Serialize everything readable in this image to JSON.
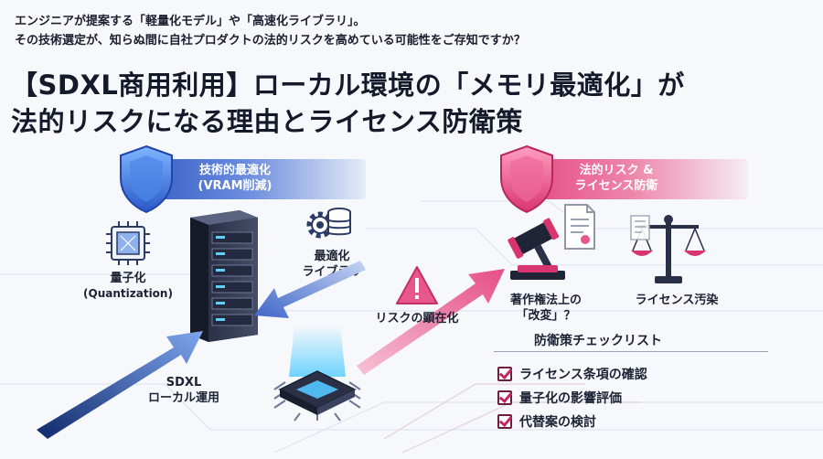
{
  "header": {
    "lead_line1": "エンジニアが提案する「軽量化モデル」や「高速化ライブラリ」。",
    "lead_line2": "その技術選定が、知らぬ間に自社プロダクトの法的リスクを高めている可能性をご存知ですか？",
    "title_line1": "【SDXL商用利用】ローカル環境の「メモリ最適化」が",
    "title_line2": "法的リスクになる理由とライセンス防衛策"
  },
  "left": {
    "banner_line1": "技術的最適化",
    "banner_line2": "(VRAM削減)",
    "quant_line1": "量子化",
    "quant_line2": "(Quantization)",
    "lib_line1": "最適化",
    "lib_line2": "ライブラリ",
    "local_line1": "SDXL",
    "local_line2": "ローカル運用"
  },
  "center": {
    "risk_label": "リスクの顕在化"
  },
  "right": {
    "banner_line1": "法的リスク &",
    "banner_line2": "ライセンス防衛",
    "copyright_line1": "著作権法上の",
    "copyright_line2": "「改変」？",
    "contamination": "ライセンス汚染",
    "checklist_title": "防衛策チェックリスト",
    "checklist": [
      "ライセンス条項の確認",
      "量子化の影響評価",
      "代替案の検討"
    ]
  },
  "colors": {
    "blue_accent": "#3a63c9",
    "pink_accent": "#e54f86",
    "dark_navy": "#1c2233"
  },
  "icons": [
    "blue-shield-icon",
    "pink-shield-icon",
    "chip-icon",
    "server-icon",
    "gear-icon",
    "database-icon",
    "warning-icon",
    "gavel-icon",
    "document-icon",
    "scales-icon",
    "cpu-chip-icon"
  ]
}
